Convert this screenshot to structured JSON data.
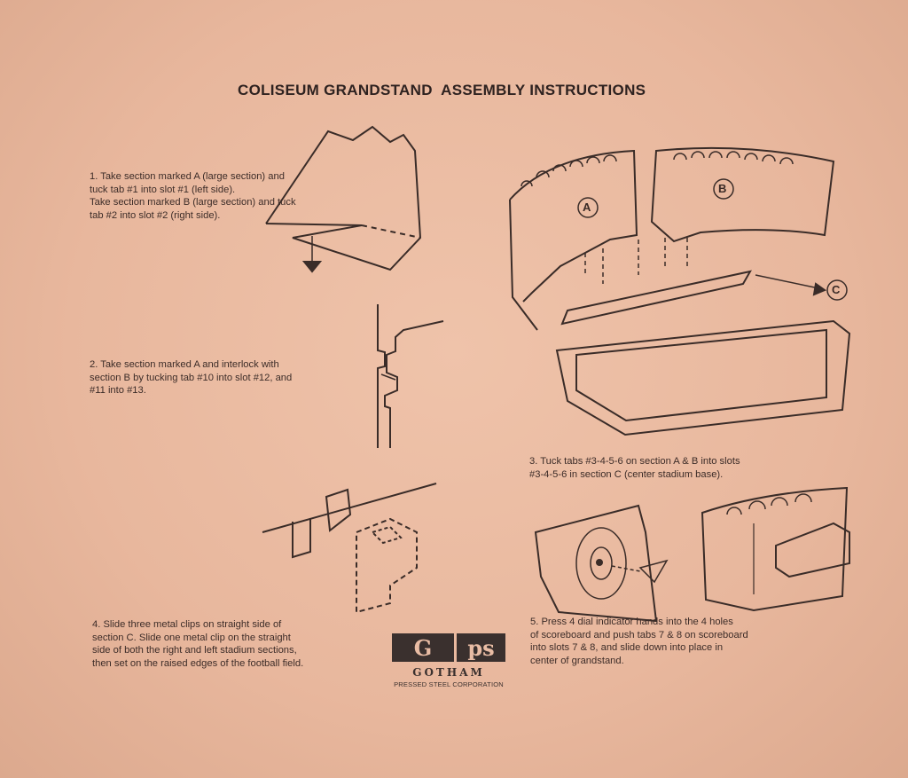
{
  "title": "COLISEUM GRANDSTAND  ASSEMBLY INSTRUCTIONS",
  "steps": [
    {
      "lines": [
        "1.  Take section marked A (large section) and",
        "tuck tab #1 into slot #1 (left side).",
        "Take section marked B (large section) and tuck",
        "tab #2 into slot #2 (right side)."
      ]
    },
    {
      "lines": [
        "2.  Take section marked A and interlock with",
        "section B by tucking tab #10 into slot #12, and",
        "#11 into #13."
      ]
    },
    {
      "lines": [
        "3.  Tuck tabs #3-4-5-6 on section A & B into slots",
        "#3-4-5-6 in section C (center stadium base)."
      ]
    },
    {
      "lines": [
        "4.  Slide three metal clips on straight side of",
        "section C. Slide one metal clip on the straight",
        "side of both the right and left stadium sections,",
        "then set on the raised edges of the football field."
      ]
    },
    {
      "lines": [
        "5.  Press 4 dial indicator hands into the 4 holes",
        "of scoreboard and push tabs 7 & 8 on scoreboard",
        "into slots 7 & 8, and slide down into place in",
        "center of grandstand."
      ]
    }
  ],
  "diagram_labels": {
    "a": "A",
    "b": "B",
    "c": "C"
  },
  "logo": {
    "letters": [
      "G",
      "ps"
    ],
    "name": "GOTHAM",
    "corporation": "PRESSED STEEL CORPORATION"
  }
}
